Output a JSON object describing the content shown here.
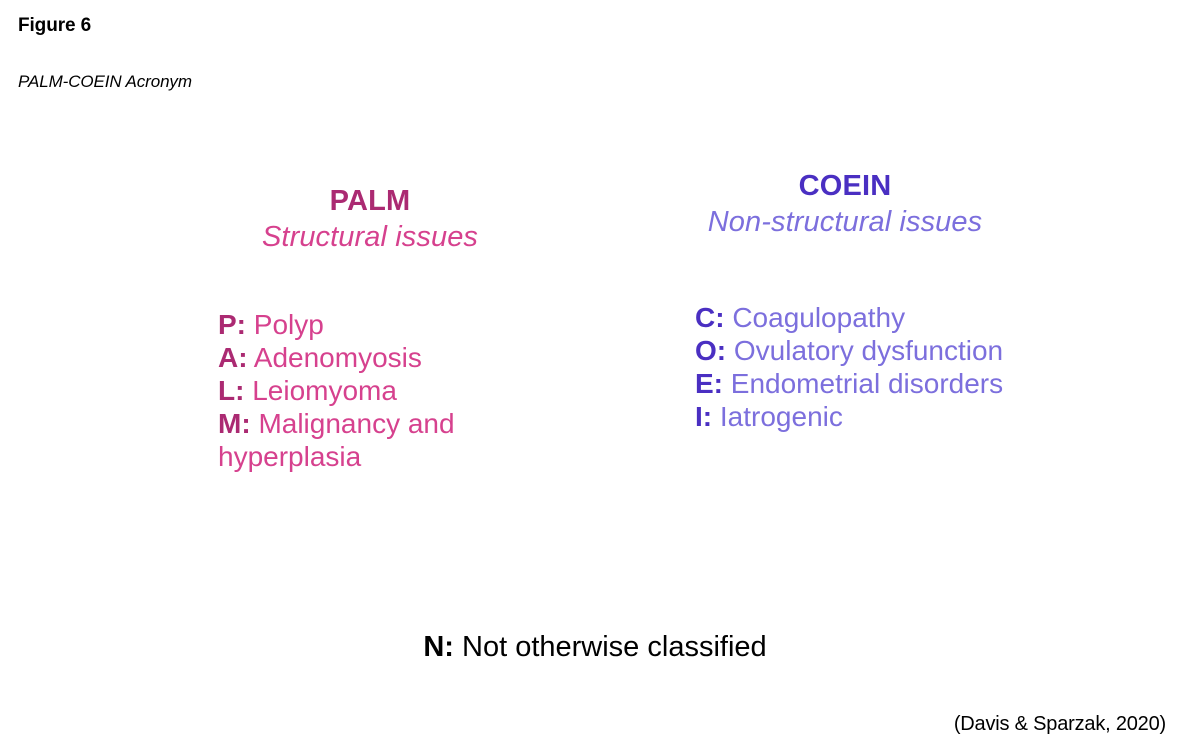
{
  "figure": {
    "label": "Figure 6",
    "subtitle": "PALM-COEIN Acronym"
  },
  "colors": {
    "palm_heading": "#AB2A72",
    "palm_body": "#D6418E",
    "coein_heading": "#4A2FC2",
    "coein_body": "#7C6FDD",
    "text_black": "#000000",
    "background": "#FFFFFF"
  },
  "columns": [
    {
      "title": "PALM",
      "subtitle": "Structural issues",
      "items": [
        {
          "key": "P:",
          "value": "Polyp"
        },
        {
          "key": "A:",
          "value": "Adenomyosis"
        },
        {
          "key": "L:",
          "value": "Leiomyoma"
        },
        {
          "key": "M:",
          "value": "Malignancy and hyperplasia"
        }
      ]
    },
    {
      "title": "COEIN",
      "subtitle": "Non-structural issues",
      "items": [
        {
          "key": "C:",
          "value": "Coagulopathy"
        },
        {
          "key": "O:",
          "value": "Ovulatory dysfunction"
        },
        {
          "key": "E:",
          "value": "Endometrial disorders"
        },
        {
          "key": "I:",
          "value": "Iatrogenic"
        }
      ]
    }
  ],
  "footer_item": {
    "key": "N:",
    "value": "Not otherwise classified"
  },
  "attribution": "(Davis & Sparzak, 2020)"
}
